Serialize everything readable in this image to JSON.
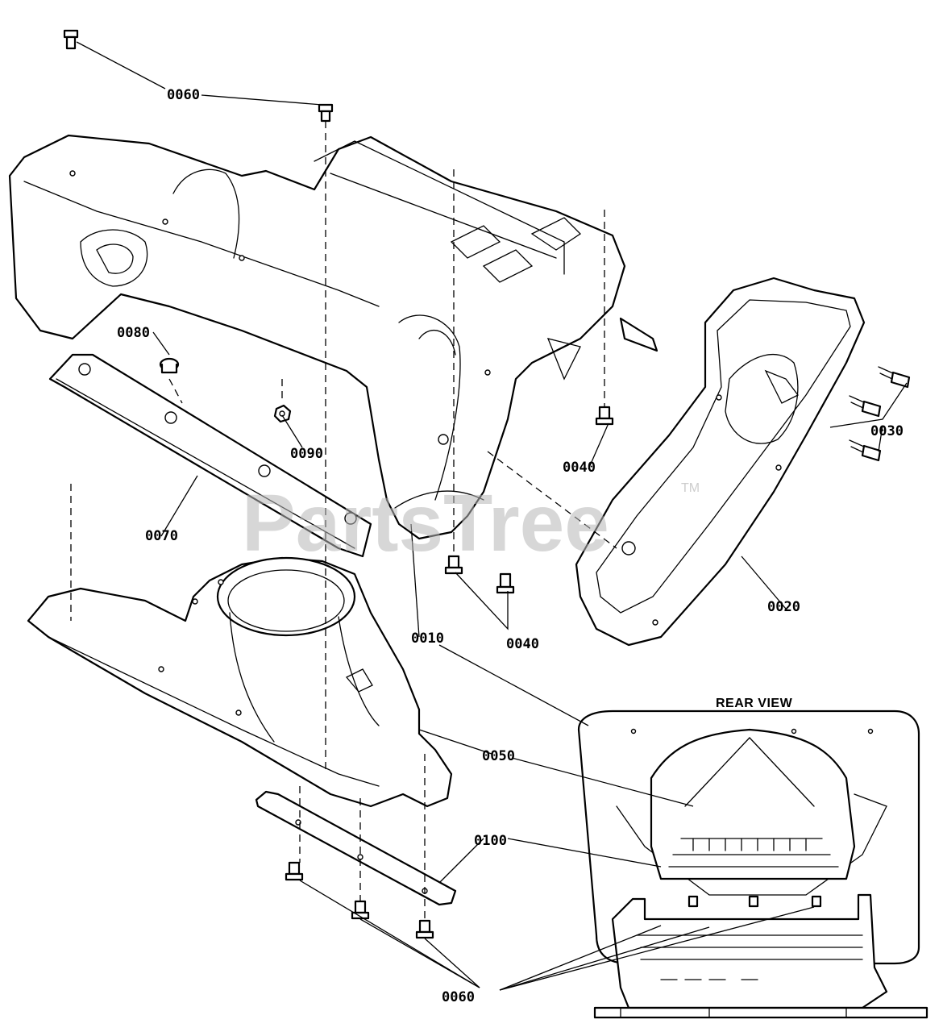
{
  "watermark": {
    "text": "PartsTree",
    "trademark": "TM"
  },
  "view_title": "REAR VIEW",
  "callouts": {
    "c0060_top": "0060",
    "c0080": "0080",
    "c0090": "0090",
    "c0070": "0070",
    "c0010": "0010",
    "c0040_upper": "0040",
    "c0040_lower": "0040",
    "c0030": "0030",
    "c0020": "0020",
    "c0050": "0050",
    "c0100": "0100",
    "c0060_bottom": "0060"
  }
}
